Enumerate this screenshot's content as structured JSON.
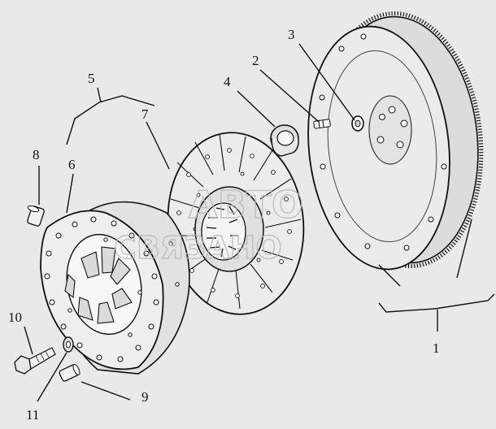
{
  "diagram": {
    "callouts": [
      {
        "id": "c1",
        "label": "1"
      },
      {
        "id": "c2",
        "label": "2"
      },
      {
        "id": "c3",
        "label": "3"
      },
      {
        "id": "c4",
        "label": "4"
      },
      {
        "id": "c5",
        "label": "5"
      },
      {
        "id": "c6",
        "label": "6"
      },
      {
        "id": "c7",
        "label": "7"
      },
      {
        "id": "c8",
        "label": "8"
      },
      {
        "id": "c9",
        "label": "9"
      },
      {
        "id": "c10",
        "label": "10"
      },
      {
        "id": "c11",
        "label": "11"
      }
    ],
    "watermark": {
      "line1": "АВТО",
      "line2": "СВЯЗАНО"
    }
  }
}
